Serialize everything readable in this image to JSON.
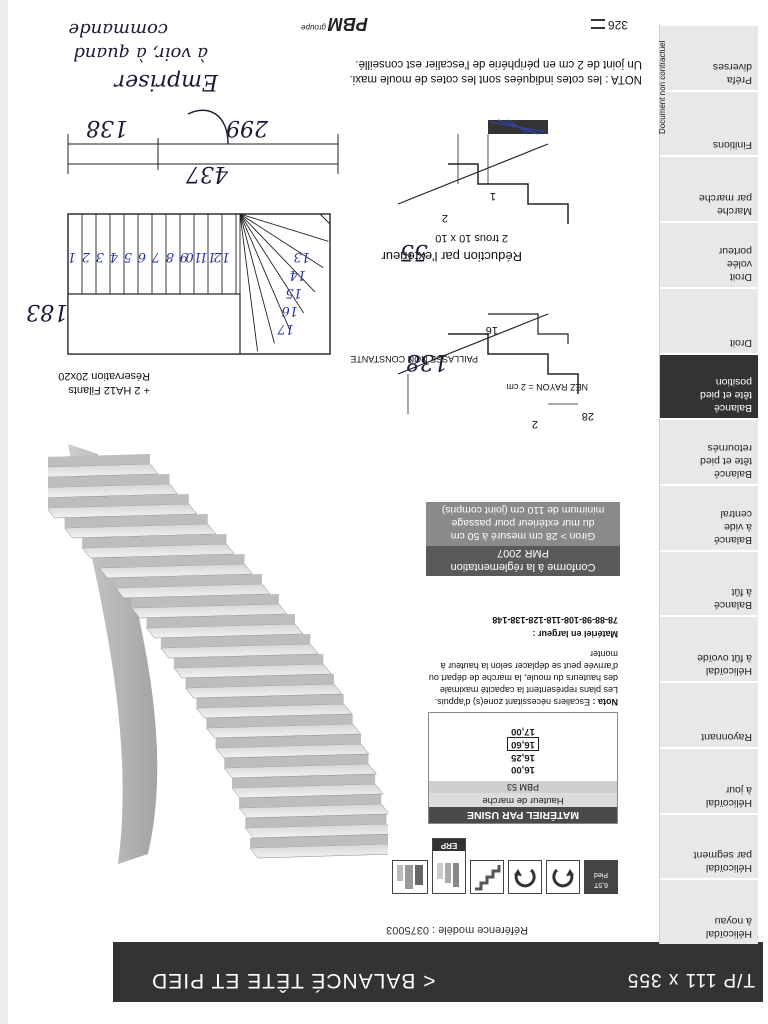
{
  "banner": {
    "title_tp": "T/P 111 x 355",
    "title_main": "< BALANCÉ TÊTE ET PIED"
  },
  "reference": "Référence modèle : 0375003",
  "brand": {
    "name": "PBM",
    "suffix": "groupe"
  },
  "page_number": "326",
  "nota_top": {
    "line1": "NOTA : les cotes indiquées sont les cotes de moule maxi.",
    "line2": "Un joint de 2 cm en périphérie de l'escalier est conseillé."
  },
  "doc_non_contractuel": "Document non contractuel",
  "tabs": [
    {
      "lines": [
        "Hélicoïdal",
        "à noyau"
      ],
      "active": false
    },
    {
      "lines": [
        "Hélicoïdal",
        "par segment"
      ],
      "active": false
    },
    {
      "lines": [
        "Hélicoïdal",
        "à jour"
      ],
      "active": false
    },
    {
      "lines": [
        "Rayonnant"
      ],
      "active": false
    },
    {
      "lines": [
        "Hélicoïdal",
        "à fût ovoïde"
      ],
      "active": false
    },
    {
      "lines": [
        "Balancé",
        "à fût"
      ],
      "active": false
    },
    {
      "lines": [
        "Balancé",
        "à vide",
        "central"
      ],
      "active": false
    },
    {
      "lines": [
        "Balancé",
        "tête et pied",
        "retournés"
      ],
      "active": false
    },
    {
      "lines": [
        "Balancé",
        "tête et pied",
        "position"
      ],
      "active": true
    },
    {
      "lines": [
        "Droit"
      ],
      "active": false
    },
    {
      "lines": [
        "Droit",
        "volée",
        "porteur"
      ],
      "active": false
    },
    {
      "lines": [
        "Marche",
        "par marche"
      ],
      "active": false
    },
    {
      "lines": [
        "Finitions"
      ],
      "active": false
    },
    {
      "lines": [
        "Préfa",
        "diverses"
      ],
      "active": false
    }
  ],
  "icons": {
    "first_top": "6,5T",
    "first_bottom": "Pied",
    "erp": "ERP"
  },
  "materiel": {
    "header": "MATÉRIEL PAR USINE",
    "sub": "Hauteur de marche",
    "sub2": "PBM 53",
    "values": [
      "16,00",
      "16,25",
      "16,60",
      "17,00"
    ],
    "boxed_index": 2
  },
  "nota_mid": {
    "label": "Nota :",
    "text": "Escaliers nécessitant zone(s) d'appuis. Les plans représentent la capacité maximale des hauteurs du moule, la marche de départ ou d'arrivée peut se déplacer selon la hauteur à monter",
    "largeur_label": "Matériel en largeur :",
    "largeur_values": "78-88-98-108-118-128-138-148"
  },
  "pmr": {
    "line1": "Conforme à la réglementation",
    "line2": "PMR 2007",
    "line3": "Giron > 28 cm mesuré à 50 cm",
    "line4": "du mur extérieur pour passage",
    "line5": "minimum de 110 cm (joint compris)"
  },
  "details": {
    "reduction": "Réduction par l'extérieur",
    "trous": "2 trous 10 x 10",
    "paillasse": "PAILLASSE NON CONSTANTE",
    "nez": "NEZ RAYON = 2 cm",
    "dim_2a": "2",
    "dim_1": "1",
    "dim_16": "16",
    "dim_2b": "2",
    "dim_28": "28"
  },
  "plan": {
    "reservation": "Réservation 20x20",
    "filants": "+ 2 HA12 Filants",
    "step_numbers": [
      "1",
      "2",
      "3",
      "4",
      "5",
      "6",
      "7",
      "8",
      "9",
      "10",
      "11",
      "12",
      "13",
      "14",
      "15",
      "16",
      "17"
    ]
  },
  "dims": {
    "total": "437",
    "a": "138",
    "b": "299",
    "h1": "183",
    "h2": "138",
    "h3": "55"
  },
  "handwritten": {
    "note1": "Empriser",
    "note2": "à voir, à quand",
    "note3": "commande"
  }
}
